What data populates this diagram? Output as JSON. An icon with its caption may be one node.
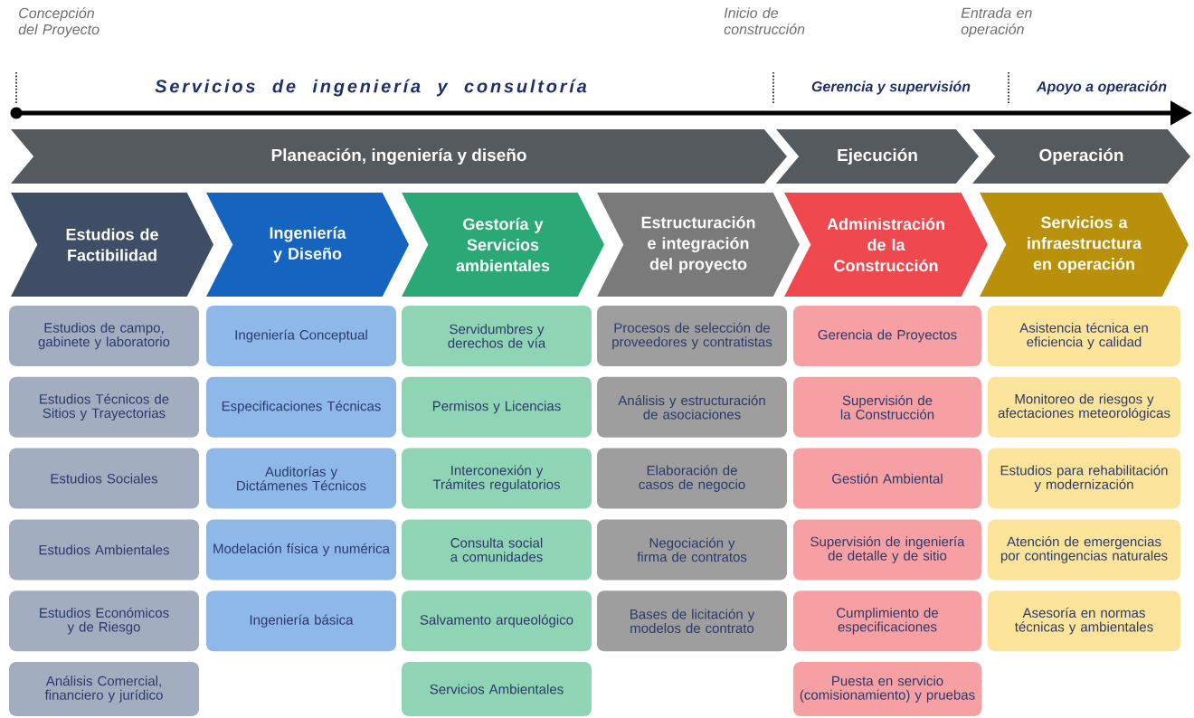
{
  "diagram": {
    "nodes": [
      {
        "text": [
          "Planeación, ingeniería y diseño"
        ]
      },
      {
        "text": [
          "Ejecución"
        ]
      },
      {
        "text": [
          "Operación"
        ]
      },
      {
        "text": [
          "Estudios de Factibilidad"
        ]
      },
      {
        "text": [
          "Estudios de campo, gabinete y laboratorio"
        ]
      },
      {
        "text": [
          "Estudios Técnicos de Sitios y Trayectorias"
        ]
      },
      {
        "text": [
          "Estudios Sociales"
        ]
      },
      {
        "text": [
          "Estudios Ambientales"
        ]
      },
      {
        "text": [
          "Estudios Económicos y de Riesgo"
        ]
      },
      {
        "text": [
          "Análisis Comercial, financiero y jurídico"
        ]
      },
      {
        "text": [
          "Ingeniería y Diseño"
        ]
      },
      {
        "text": [
          "Ingeniería Conceptual"
        ]
      },
      {
        "text": [
          "Especificaciones Técnicas"
        ]
      },
      {
        "text": [
          "Auditorías y Dictámenes Técnicos"
        ]
      },
      {
        "text": [
          "Modelación física y numérica"
        ]
      },
      {
        "text": [
          "Ingeniería básica"
        ]
      },
      {
        "text": [
          "Gestoría y Servicios ambientales"
        ]
      },
      {
        "text": [
          "Servidumbres y derechos de vía"
        ]
      },
      {
        "text": [
          "Permisos y Licencias"
        ]
      },
      {
        "text": [
          "Interconexión y Trámites regulatorios"
        ]
      },
      {
        "text": [
          "Consulta social a comunidades"
        ]
      },
      {
        "text": [
          "Salvamento arqueológico"
        ]
      },
      {
        "text": [
          "Servicios Ambientales"
        ]
      },
      {
        "text": [
          "Estructuración e integración del proyecto"
        ]
      },
      {
        "text": [
          "Procesos de selección de proveedores y contratistas"
        ]
      },
      {
        "text": [
          "Análisis y estructuración de asociaciones"
        ]
      },
      {
        "text": [
          "Elaboración de casos de negocio"
        ]
      },
      {
        "text": [
          "Negociación y firma de contratos"
        ]
      },
      {
        "text": [
          "Bases de licitación y modelos de contrato"
        ]
      },
      {
        "text": [
          "Administración de la Construcción"
        ]
      },
      {
        "text": [
          "Gerencia de Proyectos"
        ]
      },
      {
        "text": [
          "Supervisión de la Construcción"
        ]
      },
      {
        "text": [
          "Gestión Ambiental"
        ]
      },
      {
        "text": [
          "Supervisión de ingeniería de detalle y de sitio"
        ]
      },
      {
        "text": [
          "Cumplimiento de especificaciones"
        ]
      },
      {
        "text": [
          "Puesta en servicio (comisionamiento) y pruebas"
        ]
      },
      {
        "text": [
          "Servicios a infraestructura en operación"
        ]
      },
      {
        "text": [
          "Asistencia técnica en eficiencia y calidad"
        ]
      },
      {
        "text": [
          "Monitoreo de riesgos y afectaciones meteorológicas"
        ]
      },
      {
        "text": [
          "Estudios para rehabilitación y modernización"
        ]
      },
      {
        "text": [
          "Atención de emergencias por contingencias naturales"
        ]
      },
      {
        "text": [
          "Asesoría en normas técnicas y ambientales"
        ]
      }
    ],
    "labels": [
      "Concepción del Proyecto",
      "Inicio de construcción",
      "Entrada en operación",
      "Servicios de ingeniería y consultoría",
      "Gerencia y supervisión",
      "Apoyo a operación"
    ]
  }
}
